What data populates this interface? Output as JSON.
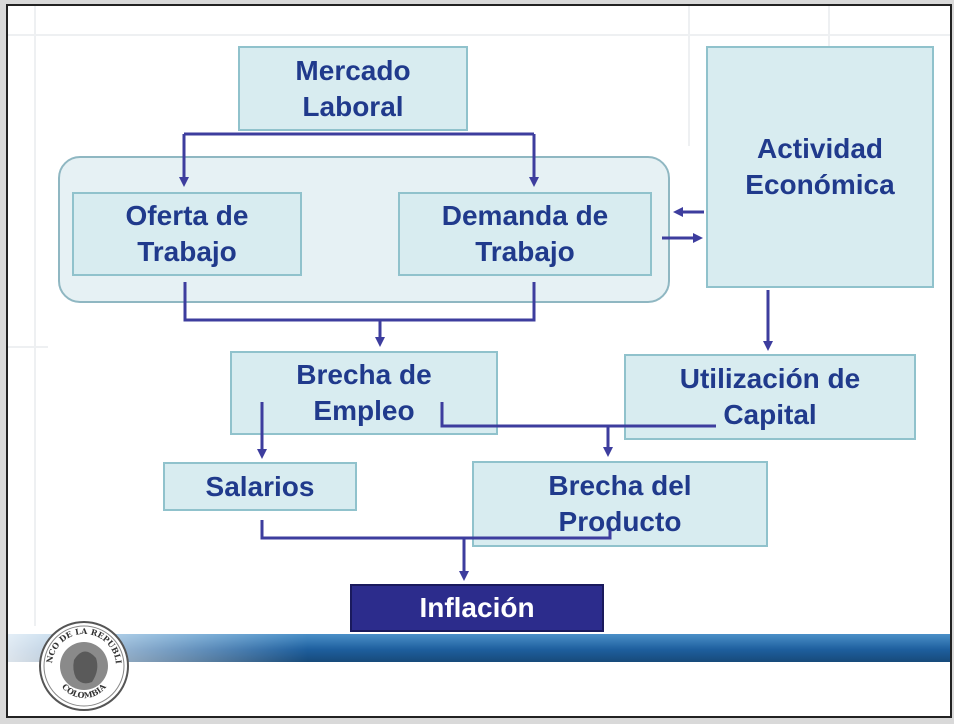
{
  "diagram": {
    "nodes": {
      "mercado_laboral": "Mercado\nLaboral",
      "actividad_economica": "Actividad\nEconómica",
      "oferta_trabajo": "Oferta de\nTrabajo",
      "demanda_trabajo": "Demanda de\nTrabajo",
      "brecha_empleo": "Brecha de\nEmpleo",
      "utilizacion_capital": "Utilización de\nCapital",
      "salarios": "Salarios",
      "brecha_producto": "Brecha del\nProducto",
      "inflacion": "Inflación"
    },
    "colors": {
      "box_fill": "#d8ecf0",
      "box_border": "#90c2cc",
      "text": "#203a8c",
      "arrow": "#3d3d9e",
      "highlight_fill": "#2c2c8c",
      "bar": "#1e5f9e"
    }
  },
  "logo": {
    "top_text": "BANCO DE LA REPUBLICA",
    "bottom_text": "COLOMBIA"
  }
}
